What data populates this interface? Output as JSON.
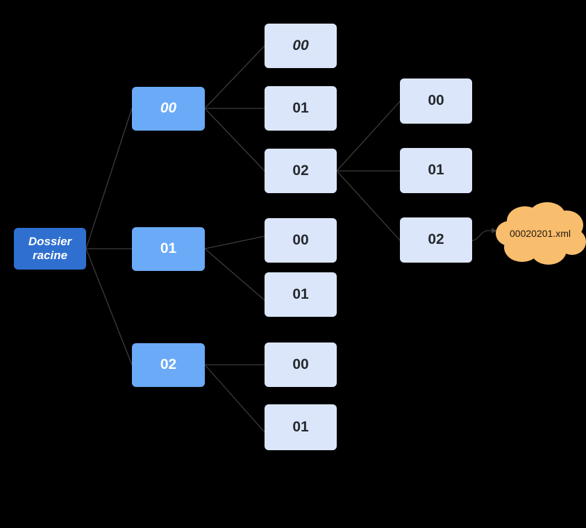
{
  "diagram": {
    "background_color": "#000000",
    "edge_color": "#3d3d3d",
    "colors": {
      "root_fill": "#2f6fd0",
      "level1_fill": "#6aaaf7",
      "leaf_fill": "#dce6fa",
      "leaf_text": "#24292e",
      "cloud_fill": "#f8bd6d",
      "cloud_text": "#221a0e"
    },
    "root": {
      "label": "Dossier\nracine"
    },
    "level1": [
      {
        "label": "00"
      },
      {
        "label": "01"
      },
      {
        "label": "02"
      }
    ],
    "level2": [
      {
        "label": "00"
      },
      {
        "label": "01"
      },
      {
        "label": "02"
      },
      {
        "label": "00"
      },
      {
        "label": "01"
      },
      {
        "label": "00"
      },
      {
        "label": "01"
      }
    ],
    "level3": [
      {
        "label": "00"
      },
      {
        "label": "01"
      },
      {
        "label": "02"
      }
    ],
    "cloud": {
      "label": "00020201.xml"
    }
  }
}
